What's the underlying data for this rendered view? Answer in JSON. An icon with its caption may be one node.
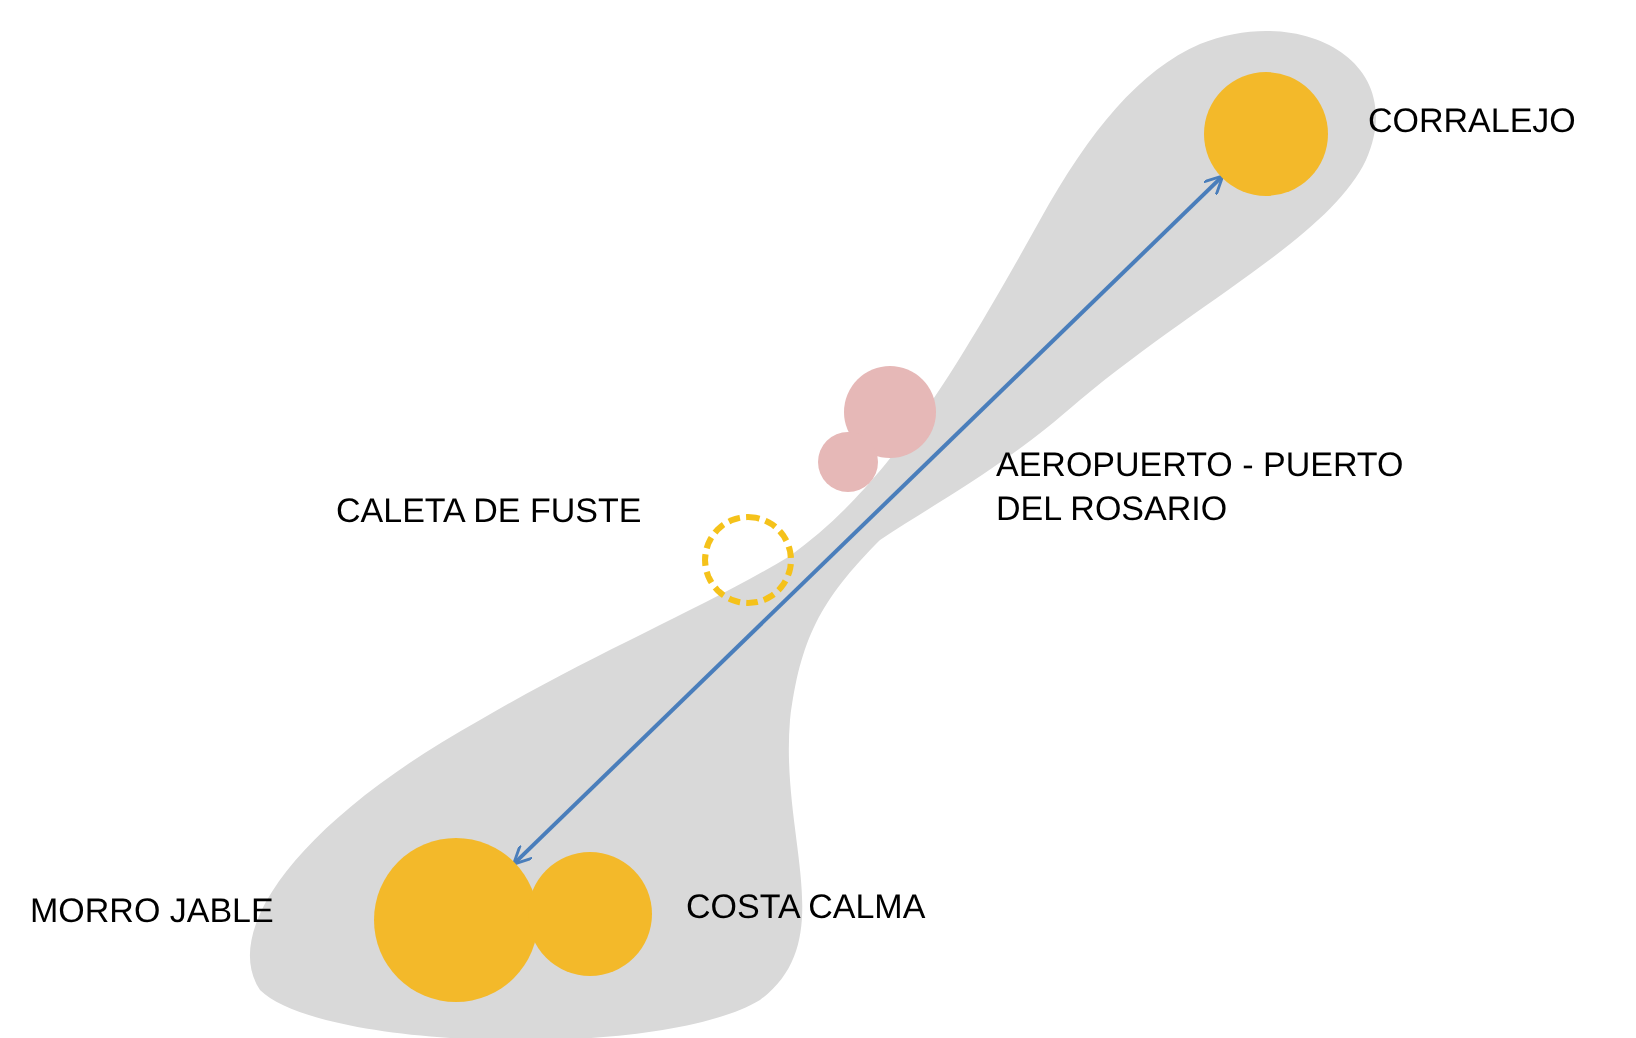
{
  "diagram": {
    "nodes": [
      {
        "text": [
          "CORRALEJO"
        ]
      },
      {
        "text": [
          "AEROPUERTO - PUERTO DEL ROSARIO"
        ]
      },
      {
        "text": [],
        "shape": "circle"
      },
      {
        "text": [
          "CALETA DE FUSTE"
        ]
      },
      {
        "text": [
          "MORRO JABLE"
        ]
      },
      {
        "text": [
          "COSTA CALMA"
        ]
      }
    ],
    "edges": [
      {
        "from": 4,
        "to": 0,
        "arrow": "both"
      }
    ]
  }
}
